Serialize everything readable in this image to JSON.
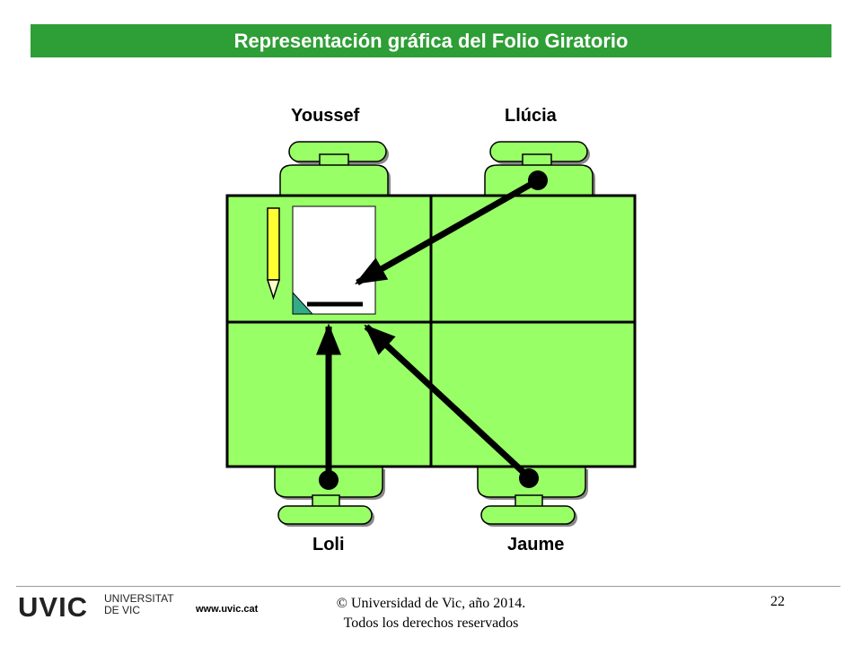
{
  "title": "Representación gráfica del Folio Giratorio",
  "people": {
    "top_left": "Youssef",
    "top_right": "Llúcia",
    "bottom_left": "Loli",
    "bottom_right": "Jaume"
  },
  "colors": {
    "title_bar": "#2e9e36",
    "desk": "#99ff66",
    "chair": "#99ff66",
    "pencil": "#ffff33",
    "paper_corner": "#33aa88"
  },
  "footer": {
    "logo_mark": "UVIC",
    "logo_line1": "UNIVERSITAT",
    "logo_line2": "DE VIC",
    "website": "www.uvic.cat",
    "copyright_line1": "© Universidad de Vic, año 2014.",
    "copyright_line2": "Todos los derechos reservados",
    "page_number": "22"
  }
}
